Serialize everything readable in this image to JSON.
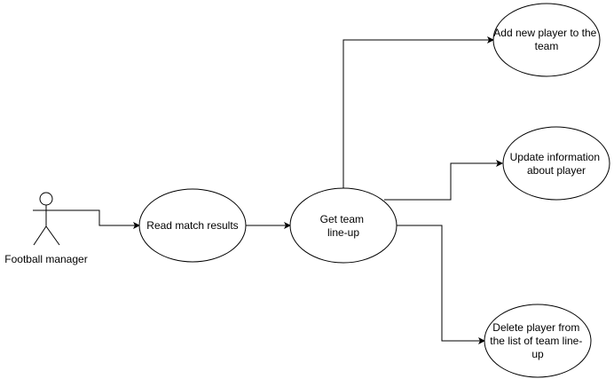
{
  "actor": {
    "label": "Football manager"
  },
  "use_cases": {
    "read_match_results": {
      "lines": [
        "Read match results"
      ]
    },
    "get_team_lineup": {
      "lines": [
        "Get team",
        "line-up"
      ]
    },
    "add_new_player": {
      "lines": [
        "Add new player to the",
        "team"
      ]
    },
    "update_information": {
      "lines": [
        "Update information",
        "about player"
      ]
    },
    "delete_player": {
      "lines": [
        "Delete player from",
        "the list of team line-",
        "up"
      ]
    }
  },
  "colors": {
    "stroke": "#000000",
    "fill": "#ffffff",
    "text": "#000000"
  }
}
